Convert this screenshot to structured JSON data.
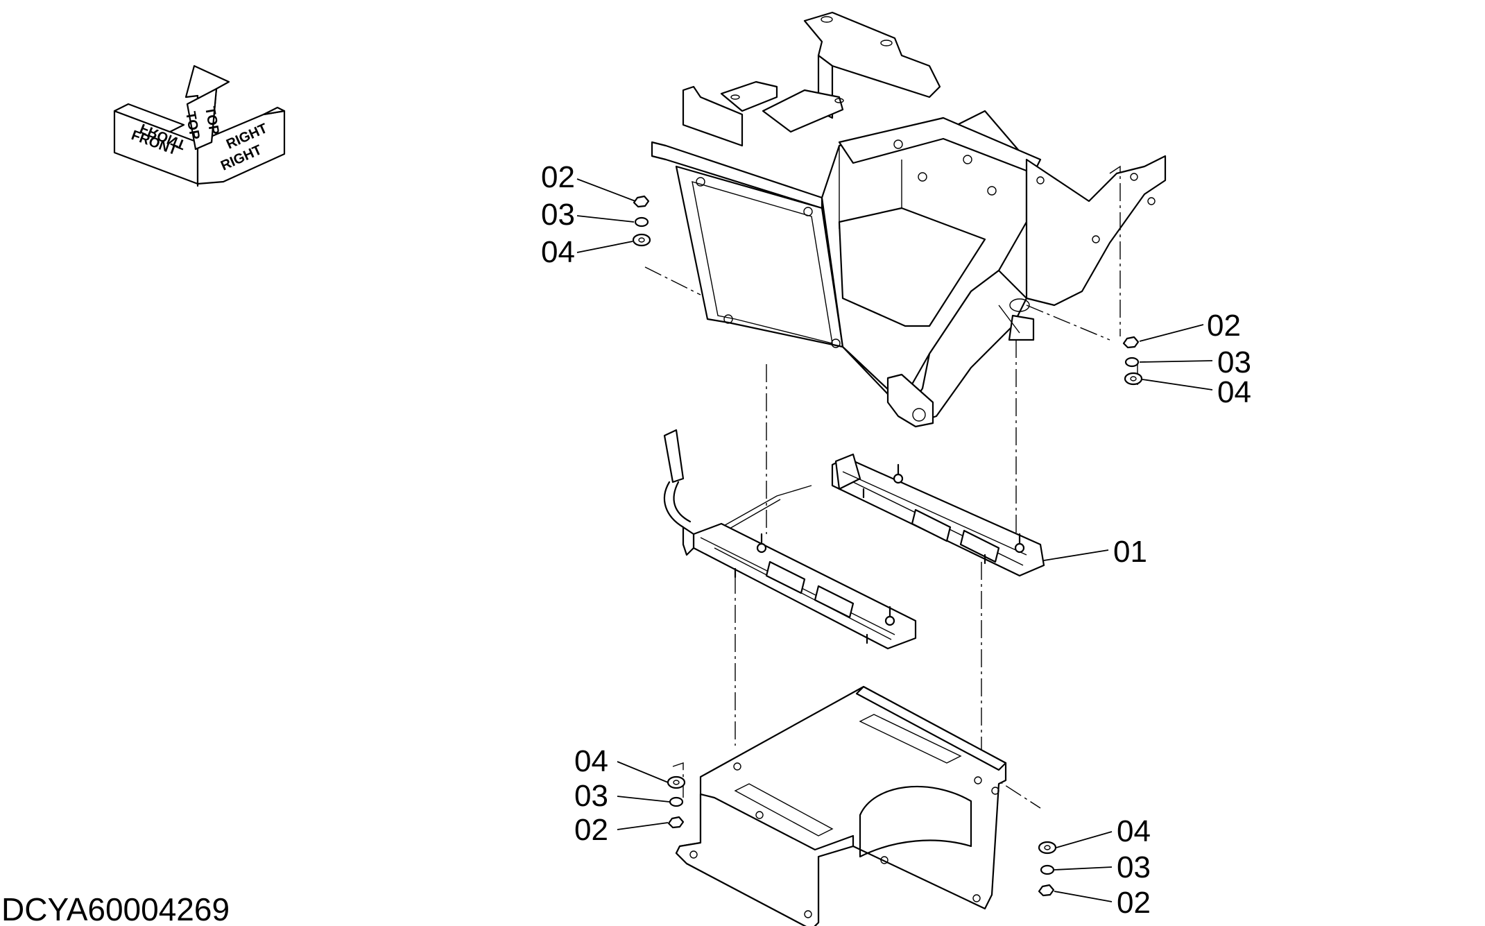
{
  "drawing_id": "DCYA60004269",
  "orientation": {
    "front": "FRONT",
    "top": "TOP",
    "right": "RIGHT"
  },
  "callouts": {
    "c01": "01",
    "c02_top_left": "02",
    "c03_top_left": "03",
    "c04_top_left": "04",
    "c02_right": "02",
    "c03_right": "03",
    "c04_right": "04",
    "c04_bottom_left": "04",
    "c03_bottom_left": "03",
    "c02_bottom_left": "02",
    "c04_bottom_right": "04",
    "c03_bottom_right": "03",
    "c02_bottom_right": "02"
  }
}
